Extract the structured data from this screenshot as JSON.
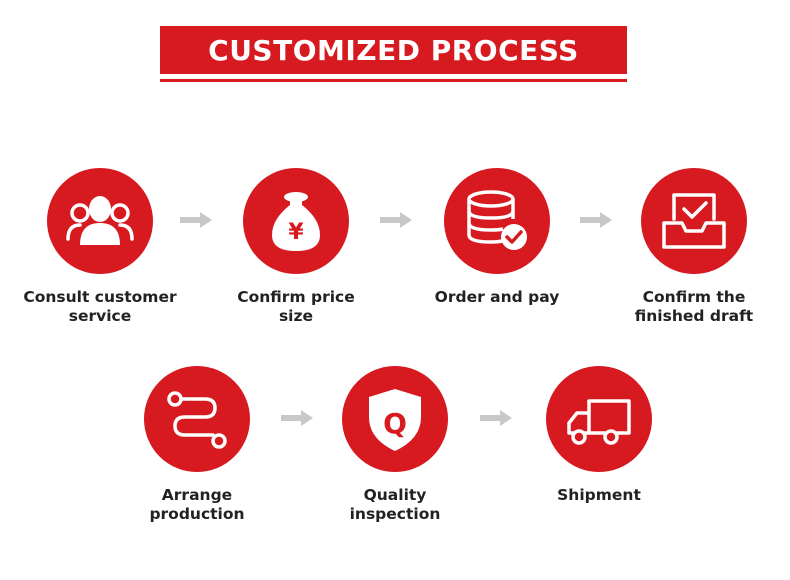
{
  "header": {
    "title": "CUSTOMIZED PROCESS"
  },
  "colors": {
    "accent": "#d71920",
    "arrow": "#c8c8c8",
    "text": "#222222"
  },
  "steps": [
    {
      "icon": "users-icon",
      "lines": [
        "Consult customer",
        "service"
      ]
    },
    {
      "icon": "money-bag-icon",
      "symbol": "¥",
      "lines": [
        "Confirm price",
        "size"
      ]
    },
    {
      "icon": "database-check-icon",
      "lines": [
        "Order and pay"
      ]
    },
    {
      "icon": "tray-check-icon",
      "lines": [
        "Confirm the",
        "finished draft"
      ]
    },
    {
      "icon": "route-icon",
      "lines": [
        "Arrange",
        "production"
      ]
    },
    {
      "icon": "shield-q-icon",
      "symbol": "Q",
      "lines": [
        "Quality",
        "inspection"
      ]
    },
    {
      "icon": "truck-icon",
      "lines": [
        "Shipment"
      ]
    }
  ]
}
